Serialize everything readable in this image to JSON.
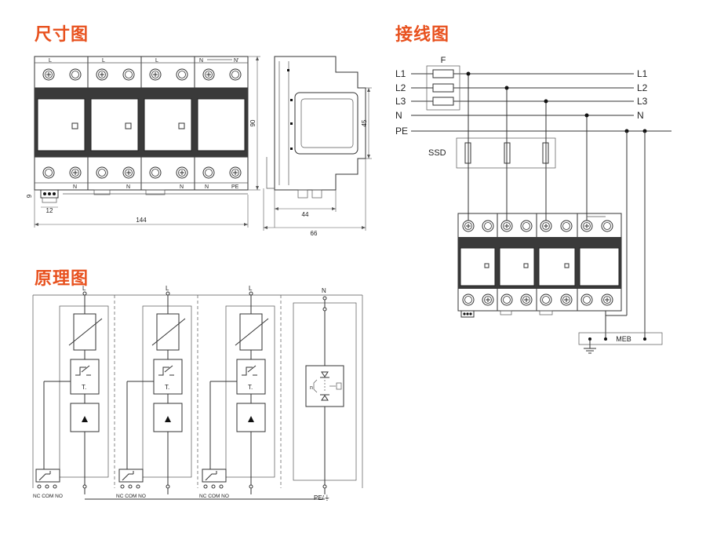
{
  "titles": {
    "dimensions": "尺寸图",
    "wiring": "接线图",
    "schematic": "原理图"
  },
  "dimensions": {
    "front": {
      "module_top_labels": [
        "L",
        "L",
        "L",
        "N"
      ],
      "module_top_label_n_prime": "N'",
      "module_bottom_labels": [
        "N",
        "N",
        "N",
        "N",
        "PE"
      ],
      "width": "144",
      "height": "90",
      "connector_width": "12",
      "connector_height": "9"
    },
    "side": {
      "height_inner": "45",
      "depth_rail": "44",
      "depth_total": "66"
    }
  },
  "wiring": {
    "fuse_label": "F",
    "line_labels_left": [
      "L1",
      "L2",
      "L3",
      "N",
      "PE"
    ],
    "line_labels_right": [
      "L1",
      "L2",
      "L3",
      "N"
    ],
    "ssd_label": "SSD",
    "meb_label": "MEB"
  },
  "schematic": {
    "top_labels": [
      "L",
      "L",
      "L",
      "N"
    ],
    "contact_labels": [
      "NC COM NO",
      "NC COM NO",
      "NC COM NO"
    ],
    "thermal_label": "T.",
    "n_label": "n",
    "pe_label": "PE/⏚"
  },
  "colors": {
    "title": "#e8511e",
    "line": "#333333"
  }
}
